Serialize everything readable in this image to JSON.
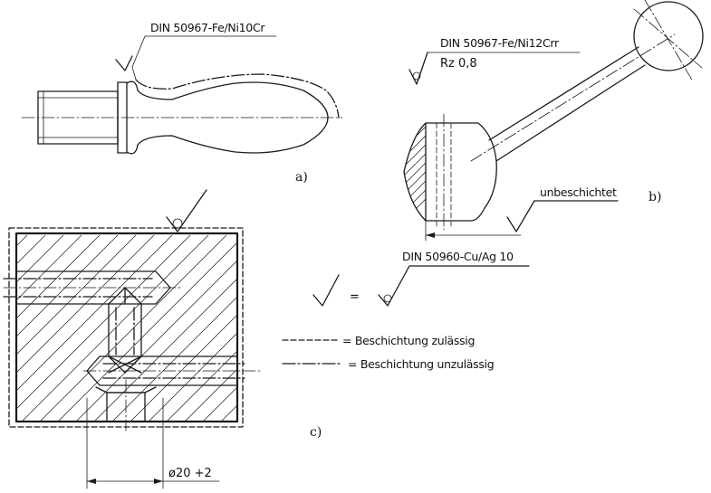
{
  "figure_a": {
    "coating_spec": "DIN 50967-Fe/Ni10Cr",
    "label": "a)"
  },
  "figure_b": {
    "coating_spec": "DIN 50967-Fe/Ni12Crr",
    "roughness": "Rz 0,8",
    "uncoated_note": "unbeschichtet",
    "label": "b)"
  },
  "figure_c": {
    "coating_spec": "DIN 50960-Cu/Ag 10",
    "equals_sign": "=",
    "legend": [
      {
        "line_style": "dashed",
        "text": "= Beschichtung zulässig"
      },
      {
        "line_style": "dash-dot",
        "text": "= Beschichtung unzulässig"
      }
    ],
    "dimension": "ø20 +2",
    "label": "c)"
  }
}
